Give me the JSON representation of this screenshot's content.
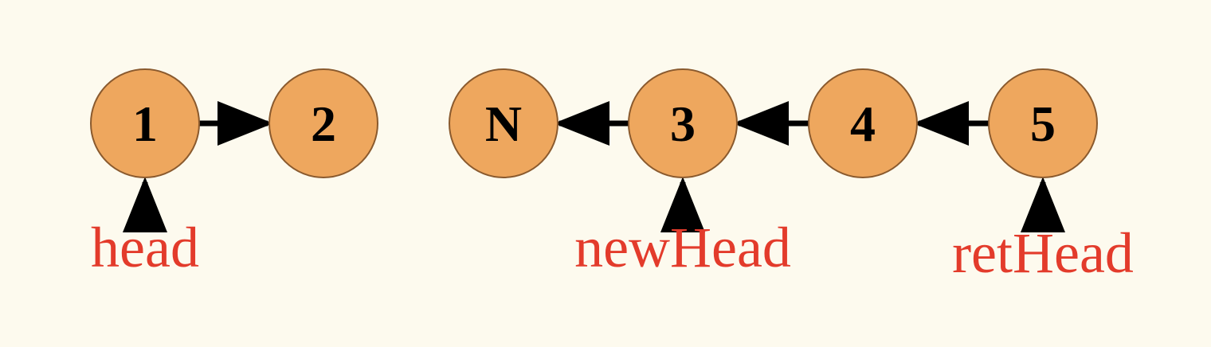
{
  "colors": {
    "background": "#fdfaee",
    "node_fill": "#eea75e",
    "node_stroke": "#8a5a2e",
    "arrow": "#000000",
    "pointer_label": "#e33b2b"
  },
  "nodes": [
    {
      "id": "n1",
      "label": "1"
    },
    {
      "id": "n2",
      "label": "2"
    },
    {
      "id": "nN",
      "label": "N"
    },
    {
      "id": "n3",
      "label": "3"
    },
    {
      "id": "n4",
      "label": "4"
    },
    {
      "id": "n5",
      "label": "5"
    }
  ],
  "edges": [
    {
      "from": "n1",
      "to": "n2"
    },
    {
      "from": "n3",
      "to": "nN"
    },
    {
      "from": "n4",
      "to": "n3"
    },
    {
      "from": "n5",
      "to": "n4"
    }
  ],
  "pointers": [
    {
      "label": "head",
      "target": "n1"
    },
    {
      "label": "newHead",
      "target": "n3"
    },
    {
      "label": "retHead",
      "target": "n5"
    }
  ]
}
